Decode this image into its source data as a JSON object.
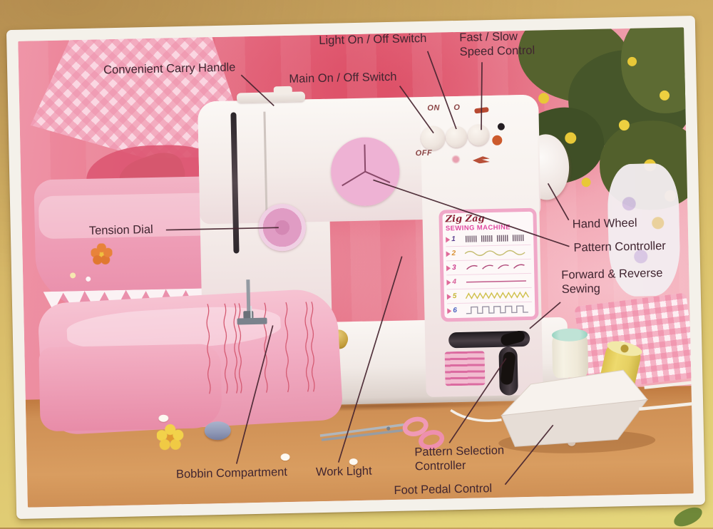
{
  "labels": [
    {
      "id": "carry-handle",
      "text": "Convenient Carry Handle"
    },
    {
      "id": "light-switch",
      "text": "Light On / Off Switch"
    },
    {
      "id": "main-switch",
      "text": "Main On / Off Switch"
    },
    {
      "id": "speed-control",
      "text": "Fast / Slow Speed Control"
    },
    {
      "id": "tension-dial",
      "text": "Tension Dial"
    },
    {
      "id": "hand-wheel",
      "text": "Hand Wheel"
    },
    {
      "id": "pattern-controller",
      "text": "Pattern Controller"
    },
    {
      "id": "forward-reverse",
      "text": "Forward & Reverse Sewing"
    },
    {
      "id": "bobbin-compartment",
      "text": "Bobbin Compartment"
    },
    {
      "id": "work-light",
      "text": "Work Light"
    },
    {
      "id": "pattern-selection",
      "text": "Pattern Selection Controller"
    },
    {
      "id": "foot-pedal",
      "text": "Foot Pedal Control"
    }
  ],
  "machine": {
    "switch_labels": {
      "on": "ON",
      "off": "OFF",
      "light_off": "O"
    },
    "panel": {
      "title_script": "Zig Zag",
      "title_block": "SEWING MACHINE",
      "rows": [
        {
          "num": "1",
          "num_color": "#5a3f8e",
          "pattern_color": "#6b5668",
          "style": "blocks"
        },
        {
          "num": "2",
          "num_color": "#d89030",
          "pattern_color": "#c4bc6e",
          "style": "wave"
        },
        {
          "num": "3",
          "num_color": "#cc3a8c",
          "pattern_color": "#b04a7a",
          "style": "dashwave"
        },
        {
          "num": "4",
          "num_color": "#d8609a",
          "pattern_color": "#c05a8a",
          "style": "straight"
        },
        {
          "num": "5",
          "num_color": "#c8b83a",
          "pattern_color": "#cfc04a",
          "style": "zigzag"
        },
        {
          "num": "6",
          "num_color": "#4a62c0",
          "pattern_color": "#9a94a4",
          "style": "square"
        }
      ]
    }
  },
  "colors": {
    "box-background": "#d8b468",
    "photo-mat": "#f4f1ea",
    "backdrop-pink": "#e8758d",
    "table-wood": "#cf9055",
    "machine-body": "#f7f3ef",
    "dial-pink": "#e4a2c8",
    "panel-border": "#f0a8c8",
    "title-magenta": "#e048a0",
    "title-maroon": "#8a2034",
    "label-ink": "#402530",
    "leader-line": "#46242f"
  }
}
